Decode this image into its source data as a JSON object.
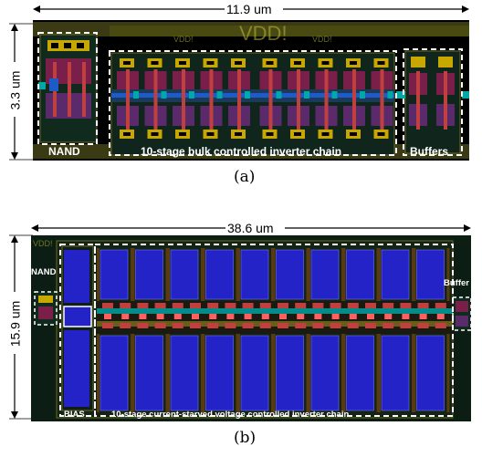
{
  "panel_a": {
    "width_label": "11.9 um",
    "height_label": "3.3 um",
    "block_labels": {
      "nand": "NAND",
      "chain": "10-stage bulk controlled inverter chain",
      "buffers": "Buffers"
    },
    "rail_labels": [
      "VDD!",
      "VDD!",
      "VDD!"
    ],
    "caption": "(a)"
  },
  "panel_b": {
    "width_label": "38.6 um",
    "height_label": "15.9 um",
    "block_labels": {
      "nand": "NAND",
      "buffer": "Buffer",
      "bias": "BIAS",
      "chain": "10-stage current-starved voltage controlled inverter chain"
    },
    "rail_labels": [
      "VDD!"
    ],
    "caption": "(b)"
  },
  "colors": {
    "layout_background": "#000000",
    "metal_blue": "#2323c8",
    "label_white": "#ffffff"
  }
}
